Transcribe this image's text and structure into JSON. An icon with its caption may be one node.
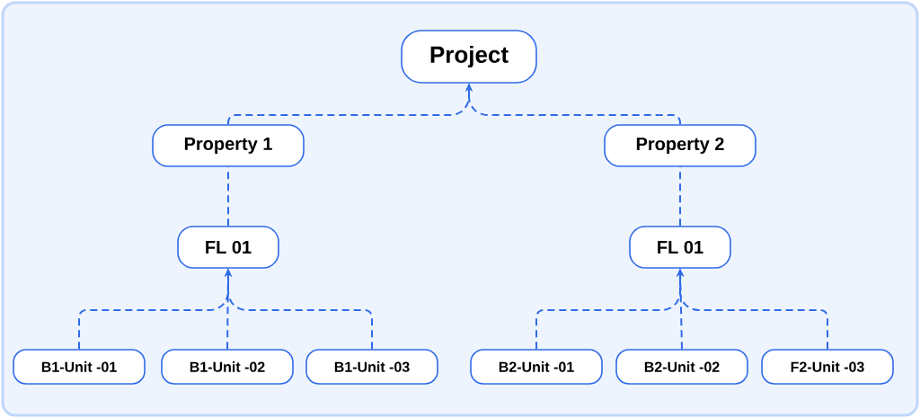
{
  "diagram": {
    "nodes": [
      {
        "text": [
          "Project"
        ]
      },
      {
        "text": [
          "Property 1"
        ]
      },
      {
        "text": [
          "Property 2"
        ]
      },
      {
        "text": [
          "FL 01"
        ]
      },
      {
        "text": [
          "FL 01"
        ]
      },
      {
        "text": [
          "B1-Unit -01"
        ]
      },
      {
        "text": [
          "B1-Unit -02"
        ]
      },
      {
        "text": [
          "B1-Unit -03"
        ]
      },
      {
        "text": [
          "B2-Unit -01"
        ]
      },
      {
        "text": [
          "B2-Unit -02"
        ]
      },
      {
        "text": [
          "F2-Unit -03"
        ]
      }
    ],
    "edges": [
      {
        "from": 1,
        "to": 0,
        "arrow": "to"
      },
      {
        "from": 2,
        "to": 0,
        "arrow": "to"
      },
      {
        "from": 3,
        "to": 1,
        "arrow": "none"
      },
      {
        "from": 4,
        "to": 2,
        "arrow": "none"
      },
      {
        "from": 5,
        "to": 3,
        "arrow": "to"
      },
      {
        "from": 6,
        "to": 3,
        "arrow": "to"
      },
      {
        "from": 7,
        "to": 3,
        "arrow": "to"
      },
      {
        "from": 8,
        "to": 4,
        "arrow": "to"
      },
      {
        "from": 9,
        "to": 4,
        "arrow": "to"
      },
      {
        "from": 10,
        "to": 4,
        "arrow": "to"
      }
    ]
  }
}
